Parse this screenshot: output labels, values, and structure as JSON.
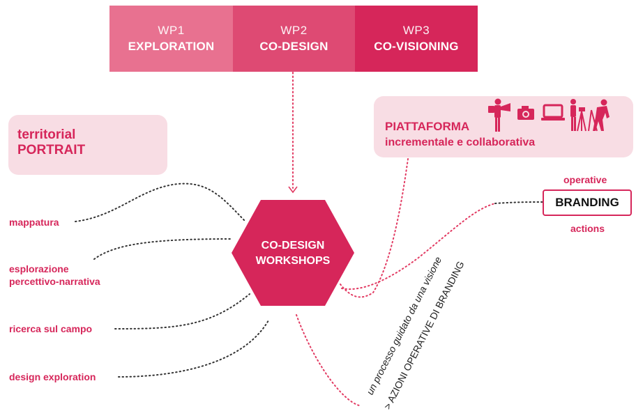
{
  "workpackages": [
    {
      "code": "WP1",
      "name": "EXPLORATION",
      "color": "#e87190"
    },
    {
      "code": "WP2",
      "name": "CO-DESIGN",
      "color": "#de4a73"
    },
    {
      "code": "WP3",
      "name": "CO-VISIONING",
      "color": "#d6265a"
    }
  ],
  "portrait": {
    "line1": "territorial",
    "line2": "PORTRAIT"
  },
  "piattaforma": {
    "title": "PIATTAFORMA",
    "subtitle": "incrementale e collaborativa"
  },
  "hexagon": {
    "line1": "CO-DESIGN",
    "line2": "WORKSHOPS",
    "color": "#d6265a"
  },
  "left_activities": {
    "mappatura": "mappatura",
    "esplorazione_1": "esplorazione",
    "esplorazione_2": "percettivo-narrativa",
    "ricerca": "ricerca sul campo",
    "design": "design exploration"
  },
  "branding": {
    "top": "operative",
    "box": "BRANDING",
    "bottom": "actions"
  },
  "diagonal": {
    "line1": "un processo guidato da una visione",
    "line2": "> AZIONI OPERATIVE DI BRANDING"
  },
  "icons": [
    "presenter-icon",
    "camera-icon",
    "laptop-icon",
    "tripod-person-icon",
    "drawing-person-icon"
  ]
}
